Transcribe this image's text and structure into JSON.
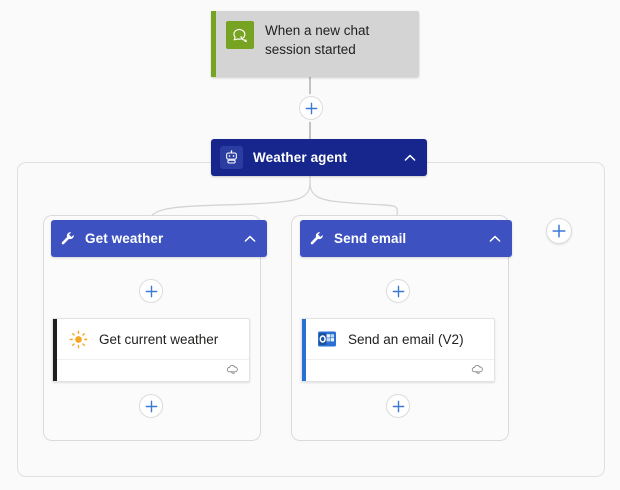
{
  "theme": {
    "canvas_bg": "#fafafa",
    "trigger_bg": "#d4d4d4",
    "trigger_accent": "#76a322",
    "agent_bg": "#16268c",
    "tool_bg": "#3d52c0",
    "plus_accent": "#3b79d4",
    "card_bg": "#ffffff",
    "weather_stripe": "#1f1f1f",
    "email_stripe": "#2a6fd4",
    "sun_icon_color": "#f5a623",
    "connector_color": "#a6a6a6",
    "container_border": "#e0e0e0"
  },
  "trigger": {
    "label": "When a new chat session started",
    "icon": "teams-chat-icon"
  },
  "agent": {
    "label": "Weather agent",
    "icon": "robot-icon",
    "collapse_icon": "chevron-up-icon"
  },
  "tools": [
    {
      "label": "Get weather",
      "icon": "wrench-icon",
      "collapse_icon": "chevron-up-icon",
      "action": {
        "label": "Get current weather",
        "icon": "sun-icon",
        "badge_icon": "connector-cloud-icon",
        "stripe": "#1f1f1f"
      }
    },
    {
      "label": "Send email",
      "icon": "wrench-icon",
      "collapse_icon": "chevron-up-icon",
      "action": {
        "label": "Send an email (V2)",
        "icon": "outlook-icon",
        "badge_icon": "connector-cloud-icon",
        "stripe": "#2a6fd4"
      }
    }
  ],
  "add_buttons": {
    "after_trigger": "+",
    "tool_a_top": "+",
    "tool_b_top": "+",
    "tool_a_bottom": "+",
    "tool_b_bottom": "+",
    "add_tool": "+"
  }
}
